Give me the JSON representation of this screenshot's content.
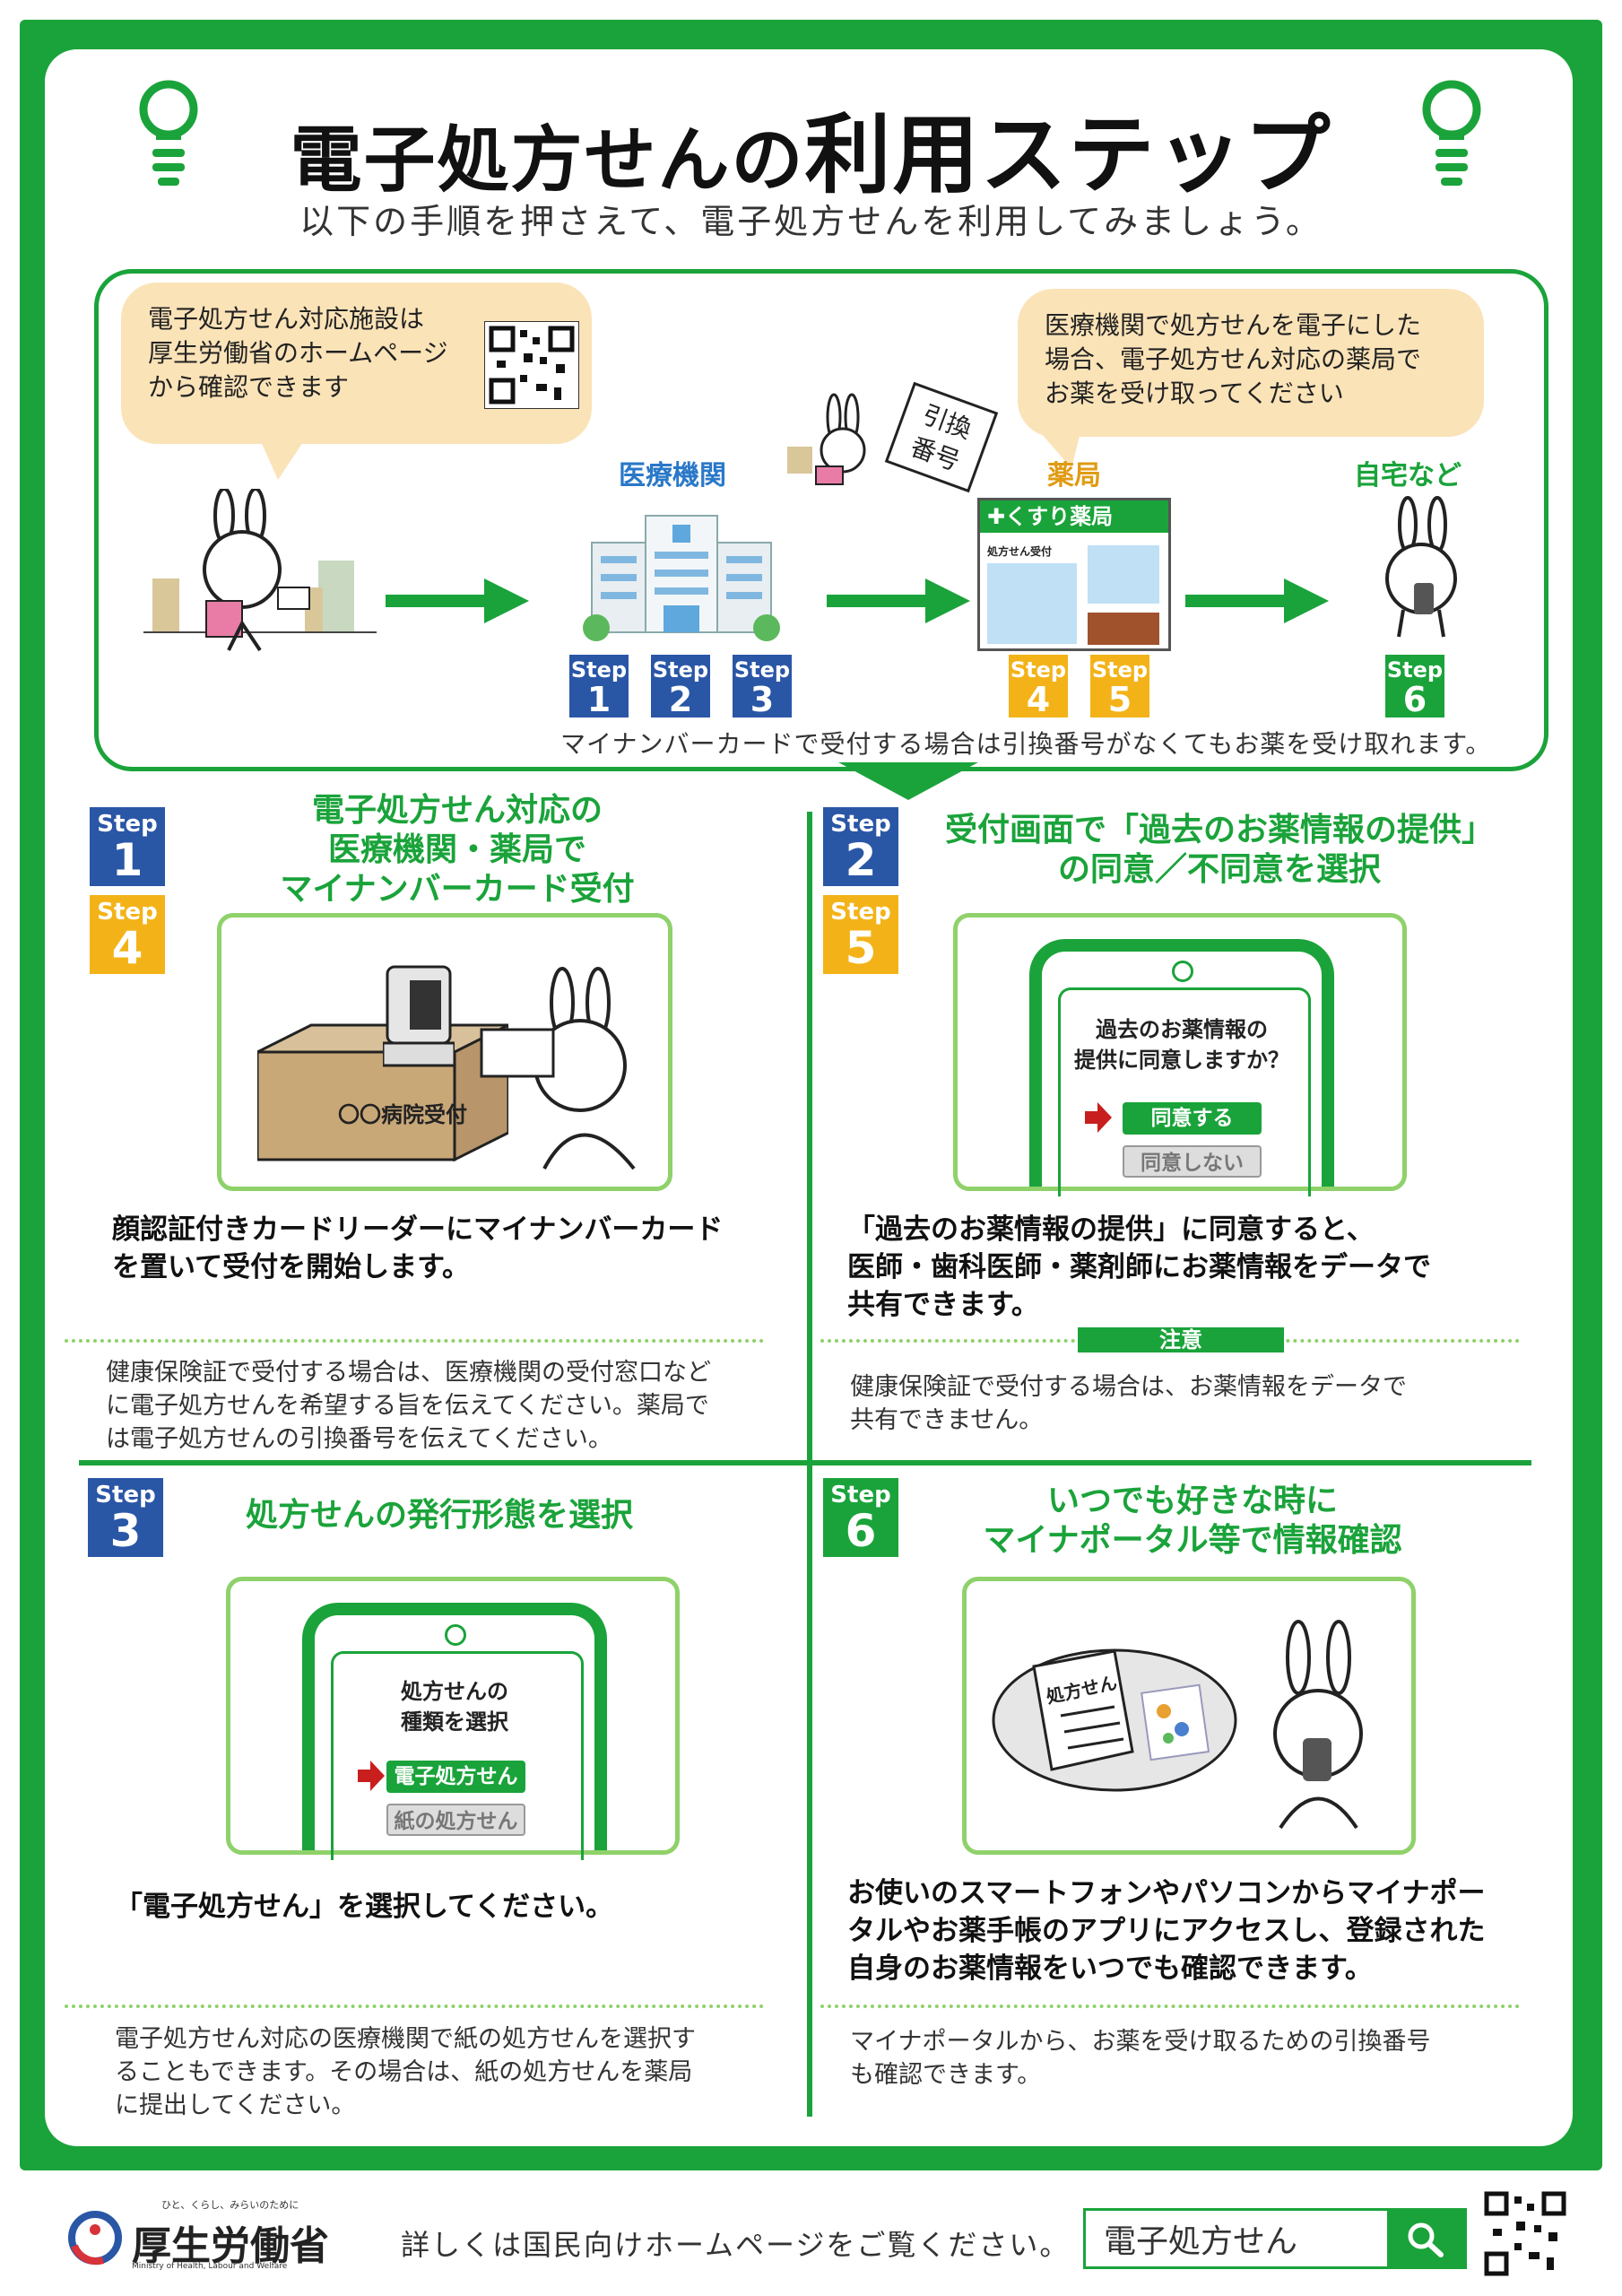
{
  "header": {
    "title_main": "電子処方せんの",
    "title_big": "利用ステップ",
    "subtitle": "以下の手順を押さえて、電子処方せんを利用してみましょう。"
  },
  "flow": {
    "bubble_left_line1": "電子処方せん対応施設は",
    "bubble_left_line2": "厚生労働省のホームページ",
    "bubble_left_line3": "から確認できます",
    "bubble_right_line1": "医療機関で処方せんを電子にした",
    "bubble_right_line2": "場合、電子処方せん対応の薬局で",
    "bubble_right_line3": "お薬を受け取ってください",
    "ticket_line1": "引換",
    "ticket_line2": "番号",
    "place_hospital": "医療機関",
    "place_pharmacy": "薬局",
    "place_home": "自宅など",
    "pharmacy_sign": "くすり薬局",
    "pharmacy_counter": "処方せん受付",
    "steps": [
      {
        "word": "Step",
        "num": "1"
      },
      {
        "word": "Step",
        "num": "2"
      },
      {
        "word": "Step",
        "num": "3"
      },
      {
        "word": "Step",
        "num": "4"
      },
      {
        "word": "Step",
        "num": "5"
      },
      {
        "word": "Step",
        "num": "6"
      }
    ],
    "footnote": "マイナンバーカードで受付する場合は引換番号がなくてもお薬を受け取れます。"
  },
  "section1": {
    "badge_a": {
      "word": "Step",
      "num": "1"
    },
    "badge_b": {
      "word": "Step",
      "num": "4"
    },
    "head_line1": "電子処方せん対応の",
    "head_line2": "医療機関・薬局で",
    "head_line3": "マイナンバーカード受付",
    "reception_label": "〇〇病院受付",
    "body_line1": "顔認証付きカードリーダーにマイナンバーカード",
    "body_line2": "を置いて受付を開始します。",
    "note_line1": "健康保険証で受付する場合は、医療機関の受付窓口など",
    "note_line2": "に電子処方せんを希望する旨を伝えてください。薬局で",
    "note_line3": "は電子処方せんの引換番号を伝えてください。"
  },
  "section2": {
    "badge_a": {
      "word": "Step",
      "num": "2"
    },
    "badge_b": {
      "word": "Step",
      "num": "5"
    },
    "head_line1": "受付画面で「過去のお薬情報の提供」",
    "head_line2": "の同意／不同意を選択",
    "phone_q_line1": "過去のお薬情報の",
    "phone_q_line2": "提供に同意しますか？",
    "btn_agree": "同意する",
    "btn_disagree": "同意しない",
    "body_line1": "「過去のお薬情報の提供」に同意すると、",
    "body_line2": "医師・歯科医師・薬剤師にお薬情報をデータで",
    "body_line3": "共有できます。",
    "caution_label": "注意",
    "note_line1": "健康保険証で受付する場合は、お薬情報をデータで",
    "note_line2": "共有できません。"
  },
  "section3": {
    "badge": {
      "word": "Step",
      "num": "3"
    },
    "head": "処方せんの発行形態を選択",
    "phone_q_line1": "処方せんの",
    "phone_q_line2": "種類を選択",
    "btn_e": "電子処方せん",
    "btn_paper": "紙の処方せん",
    "body": "「電子処方せん」を選択してください。",
    "note_line1": "電子処方せん対応の医療機関で紙の処方せんを選択す",
    "note_line2": "ることもできます。その場合は、紙の処方せんを薬局",
    "note_line3": "に提出してください。"
  },
  "section6": {
    "badge": {
      "word": "Step",
      "num": "6"
    },
    "head_line1": "いつでも好きな時に",
    "head_line2": "マイナポータル等で情報確認",
    "paper_label": "処方せん",
    "body_line1": "お使いのスマートフォンやパソコンからマイナポー",
    "body_line2": "タルやお薬手帳のアプリにアクセスし、登録された",
    "body_line3": "自身のお薬情報をいつでも確認できます。",
    "note_line1": "マイナポータルから、お薬を受け取るための引換番号",
    "note_line2": "も確認できます。"
  },
  "footer": {
    "logo_tagline": "ひと、くらし、みらいのために",
    "logo_name": "厚生労働省",
    "logo_en": "Ministry of Health, Labour and Welfare",
    "text": "詳しくは国民向けホームページをご覧ください。",
    "search_value": "電子処方せん"
  },
  "colors": {
    "brand_green": "#1aa33a",
    "light_green": "#8fd16a",
    "step_blue": "#2a56a6",
    "step_yellow": "#f3b318",
    "bubble_beige": "#fbe3b8",
    "red_arrow": "#c81e1e"
  },
  "icons": [
    "lightbulb-icon",
    "arrow-right-icon",
    "search-icon",
    "qr-code-icon",
    "pointer-arrow-icon"
  ]
}
